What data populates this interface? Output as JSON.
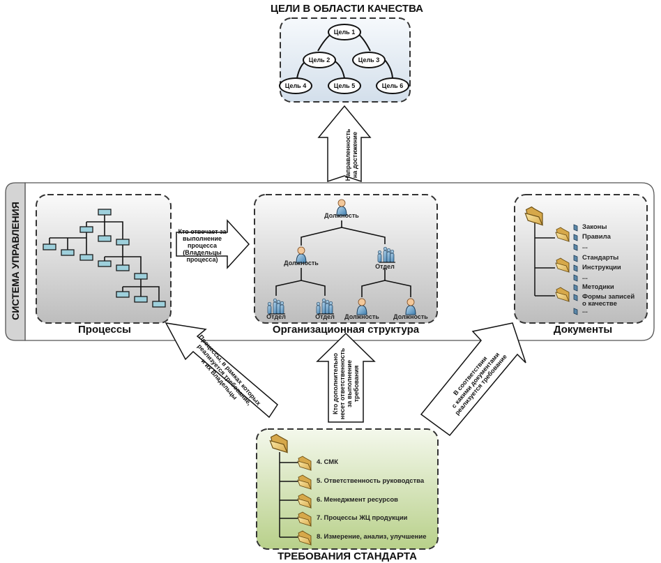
{
  "goals": {
    "title": "ЦЕЛИ В ОБЛАСТИ КАЧЕСТВА",
    "nodes": [
      {
        "id": 1,
        "label": "Цель 1"
      },
      {
        "id": 2,
        "label": "Цель 2"
      },
      {
        "id": 3,
        "label": "Цель 3"
      },
      {
        "id": 4,
        "label": "Цель 4"
      },
      {
        "id": 5,
        "label": "Цель 5"
      },
      {
        "id": 6,
        "label": "Цель 6"
      }
    ],
    "links": [
      [
        2,
        1
      ],
      [
        3,
        1
      ],
      [
        4,
        2
      ],
      [
        5,
        2
      ],
      [
        6,
        3
      ]
    ]
  },
  "arrows": {
    "to_goals": {
      "line1": "Направленность",
      "line2": "на достижение"
    },
    "process_to_org": {
      "line1": "Кто отвечает за",
      "line2": "выполнение",
      "line3": "процесса",
      "line4": "(Владельцы",
      "line5": "процесса)"
    },
    "std_to_processes": {
      "line1": "Процессы, в рамках которых",
      "line2": "реализуется требование,",
      "line3": "и их Владельцы"
    },
    "std_to_org": {
      "line1": "Кто дополнительно",
      "line2": "несет ответственность",
      "line3": "за выполнение",
      "line4": "требования"
    },
    "std_to_docs": {
      "line1": "В соответствии",
      "line2": "с какими документами",
      "line3": "реализуется требование"
    }
  },
  "management_system": {
    "label": "СИСТЕМА УПРАВЛЕНИЯ",
    "processes": {
      "caption": "Процессы"
    },
    "org_structure": {
      "caption": "Организационная структура",
      "nodes": {
        "top": "Должность",
        "mid_left": "Должность",
        "mid_right": "Отдел",
        "bottom_1": "Отдел",
        "bottom_2": "Отдел",
        "bottom_3": "Должность",
        "bottom_4": "Должность"
      }
    },
    "documents": {
      "caption": "Документы",
      "groups": [
        {
          "items": [
            "Законы",
            "Правила",
            "..."
          ]
        },
        {
          "items": [
            "Стандарты",
            "Инструкции",
            "..."
          ]
        },
        {
          "items": [
            "Методики",
            "Формы записей",
            "о качестве",
            "..."
          ]
        }
      ]
    }
  },
  "standard_requirements": {
    "title": "ТРЕБОВАНИЯ СТАНДАРТА",
    "items": [
      "4. СМК",
      "5. Ответственность руководства",
      "6. Менеджмент ресурсов",
      "7. Процессы ЖЦ продукции",
      "8. Измерение, анализ, улучшение"
    ]
  },
  "colors": {
    "process_box": "#9ed0dc",
    "folder": "#e8c86a",
    "person_body": "#7fb3d3",
    "goals_bg": "#e6eef6",
    "standard_bg": "#c9dca4"
  }
}
